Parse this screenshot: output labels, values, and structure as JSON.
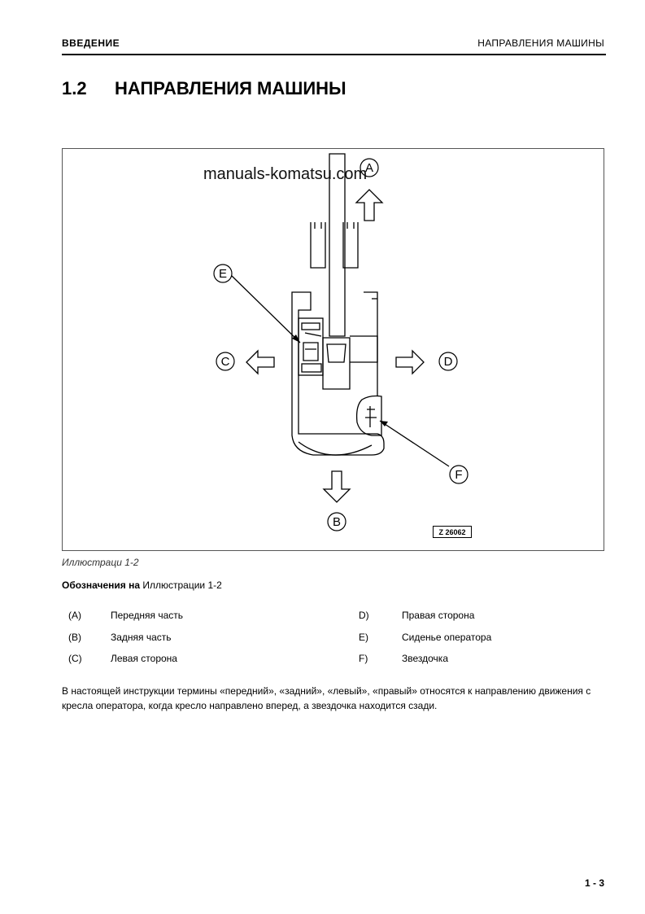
{
  "header": {
    "section": "ВВЕДЕНИЕ",
    "chapter": "НАПРАВЛЕНИЯ МАШИНЫ"
  },
  "section_title": {
    "number": "1.2",
    "text": "НАПРАВЛЕНИЯ МАШИНЫ"
  },
  "figure": {
    "watermark": "manuals-komatsu.com",
    "code": "Z 26062",
    "labels": {
      "A": "A",
      "B": "B",
      "C": "C",
      "D": "D",
      "E": "E",
      "F": "F"
    }
  },
  "caption": "Иллюстраци 1-2",
  "legend": {
    "title_bold": "Обозначения на",
    "title_rest": " Иллюстрации 1-2",
    "rows": [
      {
        "k1": "(A)",
        "v1": "Передняя часть",
        "k2": "D)",
        "v2": "Правая сторона"
      },
      {
        "k1": "(B)",
        "v1": "Задняя часть",
        "k2": "E)",
        "v2": "Сиденье оператора"
      },
      {
        "k1": "(C)",
        "v1": "Левая сторона",
        "k2": "F)",
        "v2": "Звездочка"
      }
    ]
  },
  "paragraph": "В настоящей инструкции термины «передний», «задний», «левый», «правый» относятся к направлению движения с кресла оператора, когда кресло направлено вперед, а звездочка находится сзади.",
  "page_number": "1 - 3"
}
